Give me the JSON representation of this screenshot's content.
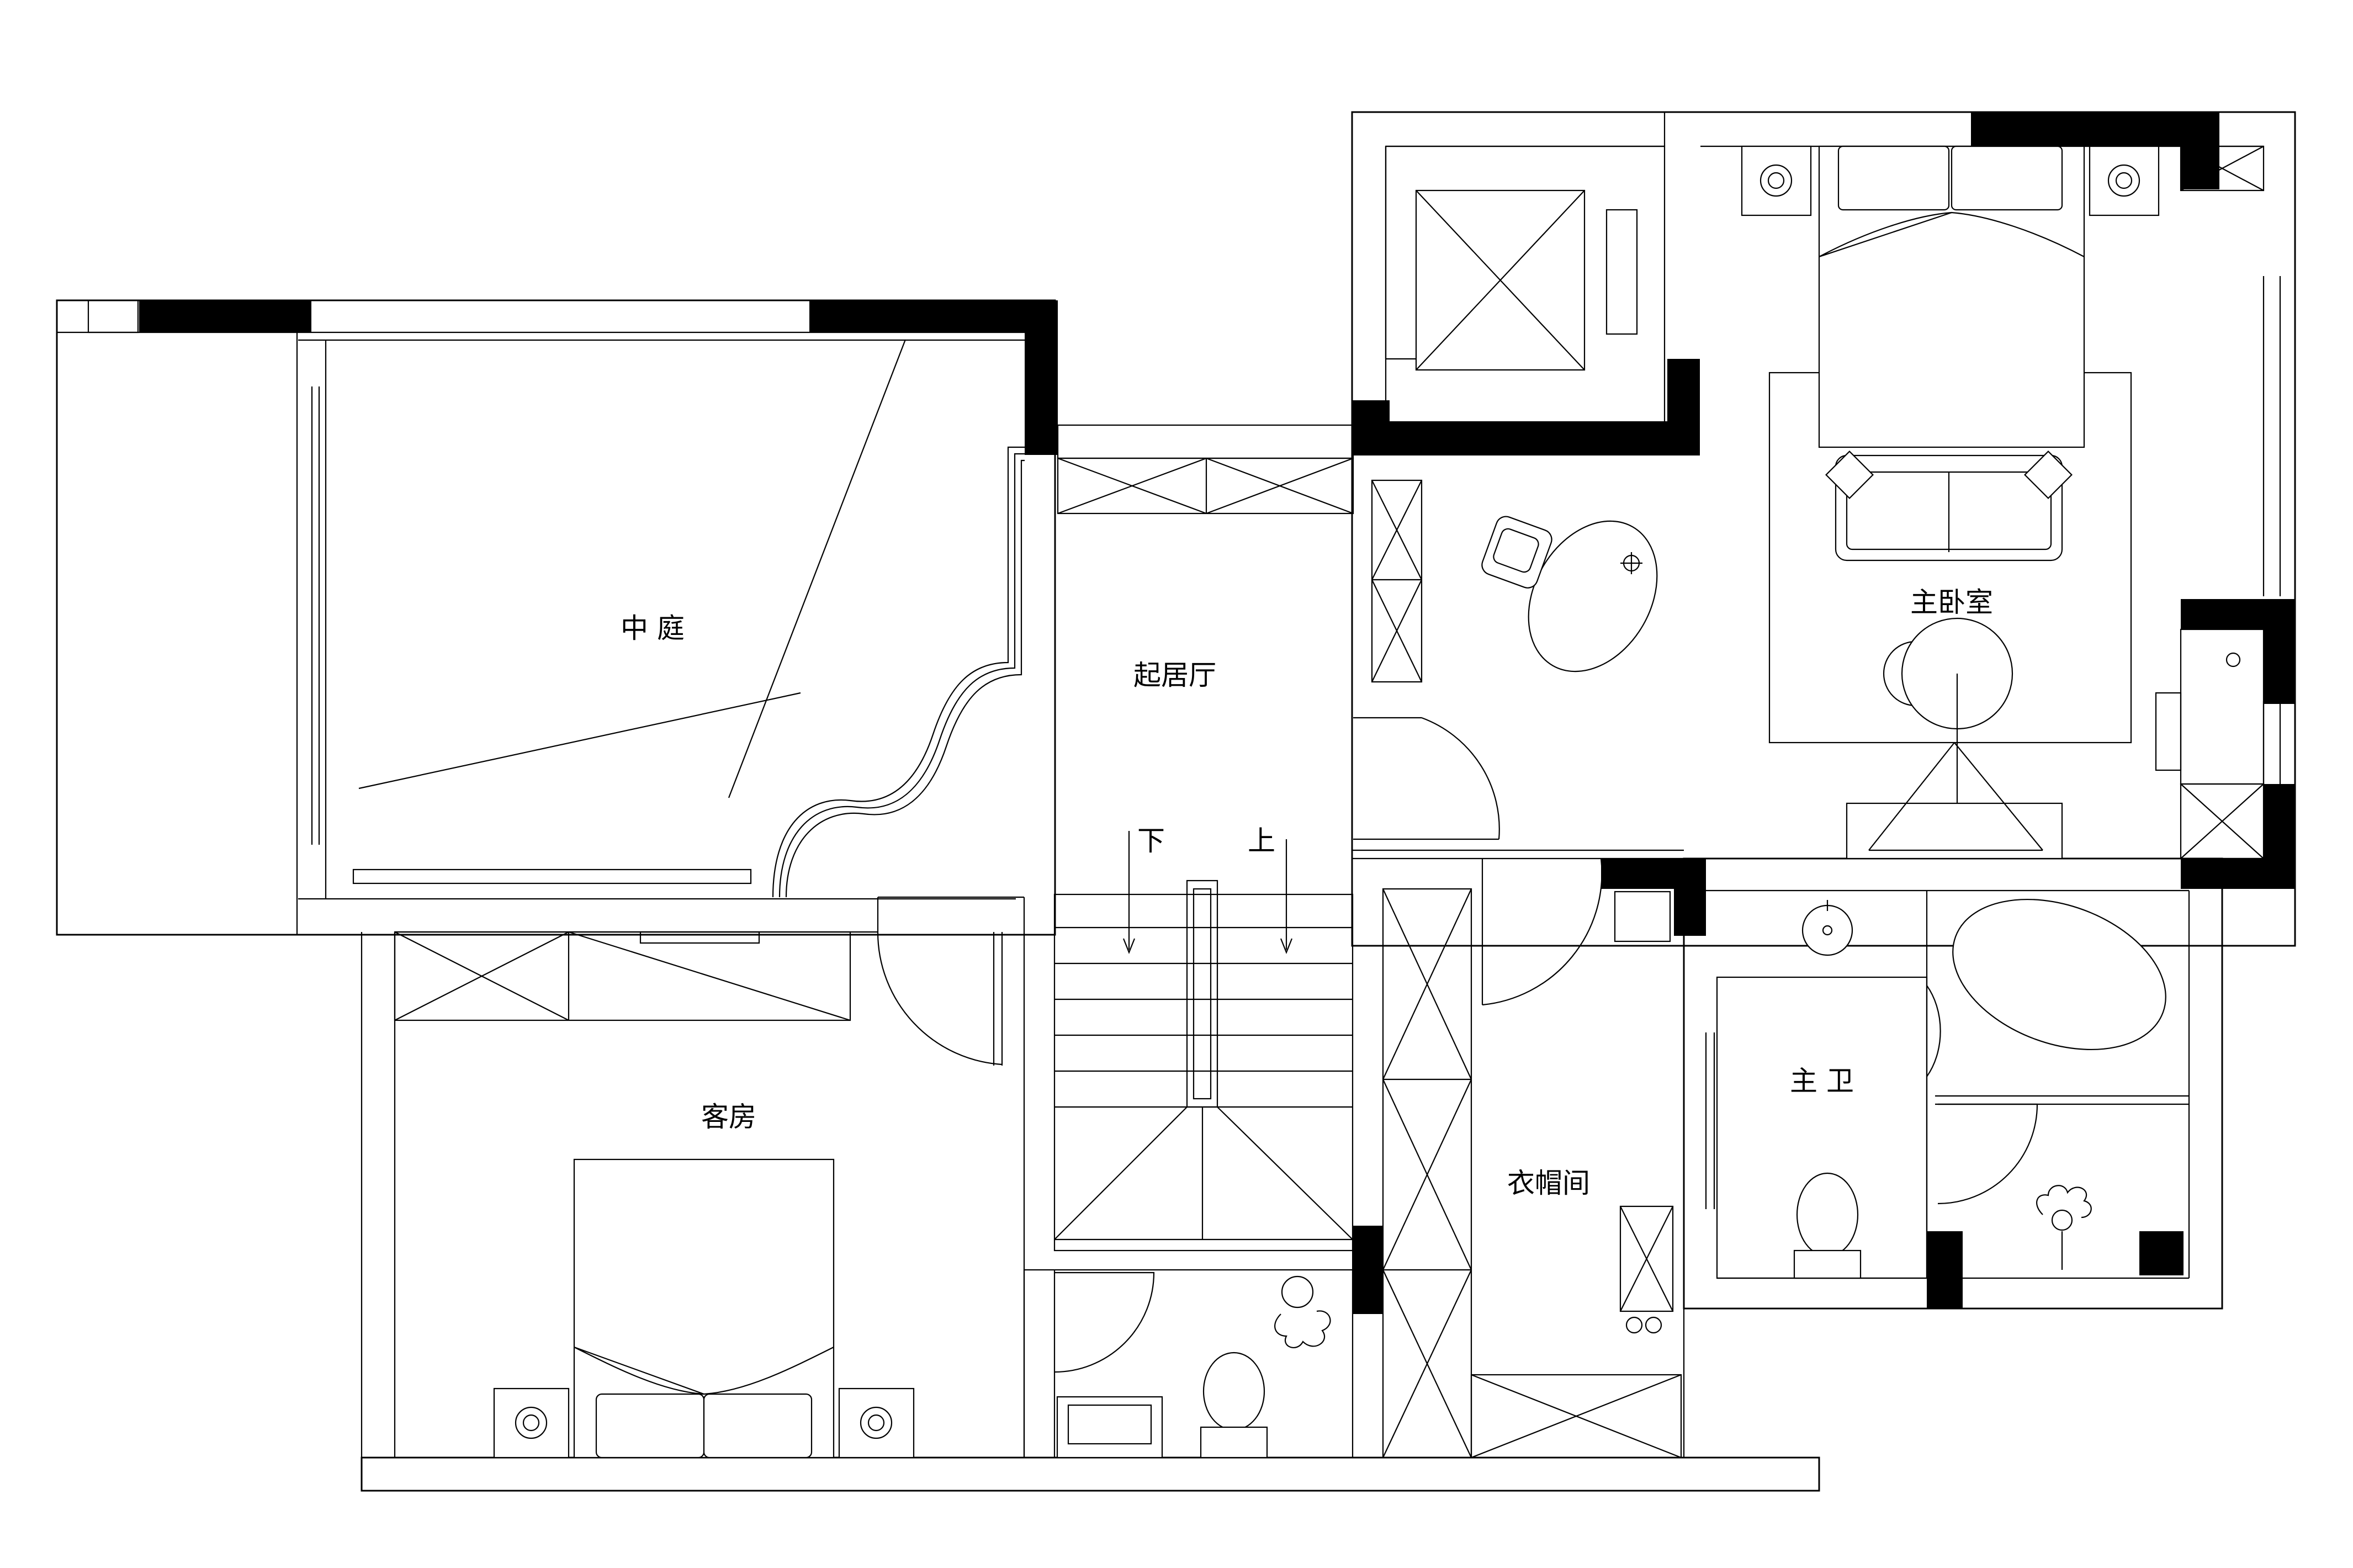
{
  "labels": {
    "zhongting": "中 庭",
    "qijuting": "起居厅",
    "zhuwoshi": "主卧室",
    "kefang": "客房",
    "yimaojian": "衣帽间",
    "zhuwei": "主 卫",
    "xia": "下",
    "shang": "上"
  }
}
